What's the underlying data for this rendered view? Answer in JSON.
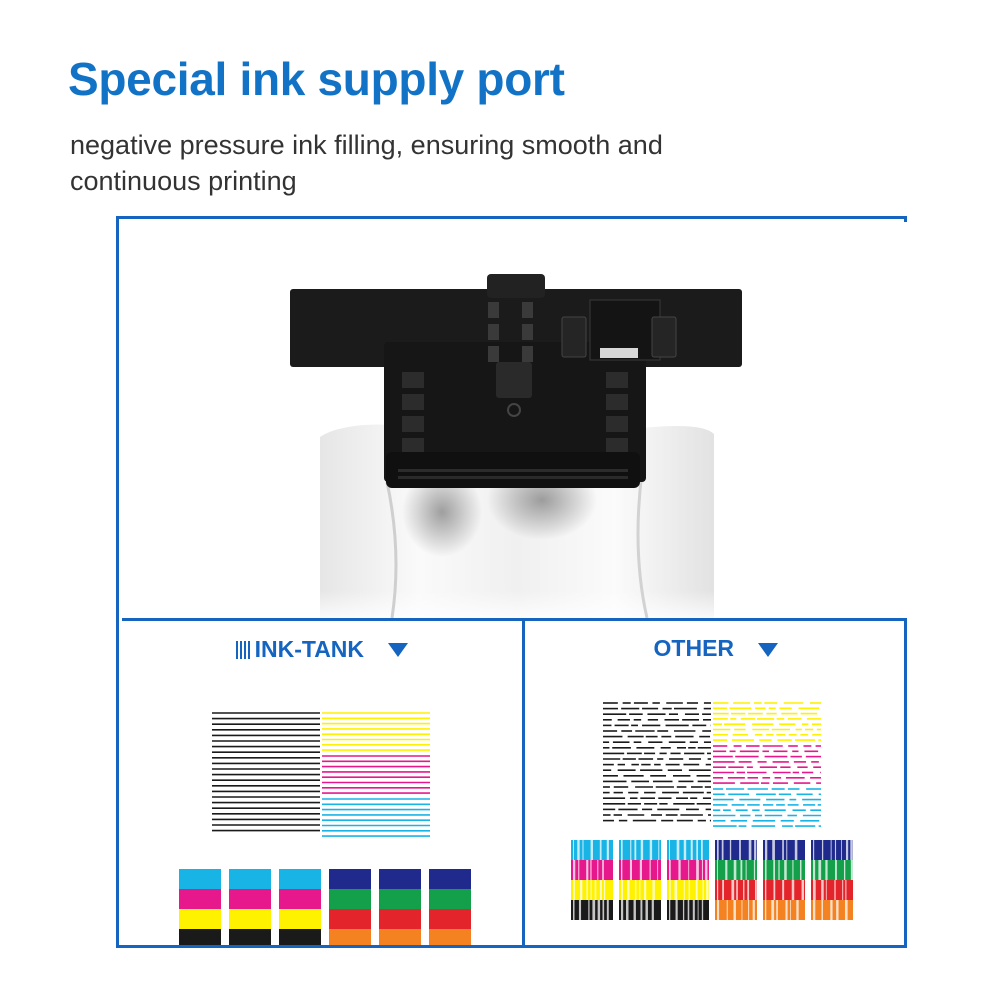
{
  "header": {
    "title": "Special ink supply port",
    "subtitle": "negative pressure ink filling, ensuring smooth and continuous printing"
  },
  "comparison": {
    "left": {
      "label": "INK-TANK",
      "indicator_icon": "triangle-down-icon"
    },
    "right": {
      "label": "OTHER",
      "indicator_icon": "triangle-down-icon"
    }
  },
  "colors": {
    "accent": "#1273c6",
    "frame": "#1565c0",
    "cyan": "#19b4e6",
    "magenta": "#e6188c",
    "yellow": "#fff200",
    "black": "#1a1a1a",
    "navy": "#1f2a8c",
    "green": "#14a04a",
    "red": "#e3242b",
    "orange": "#f58220"
  }
}
